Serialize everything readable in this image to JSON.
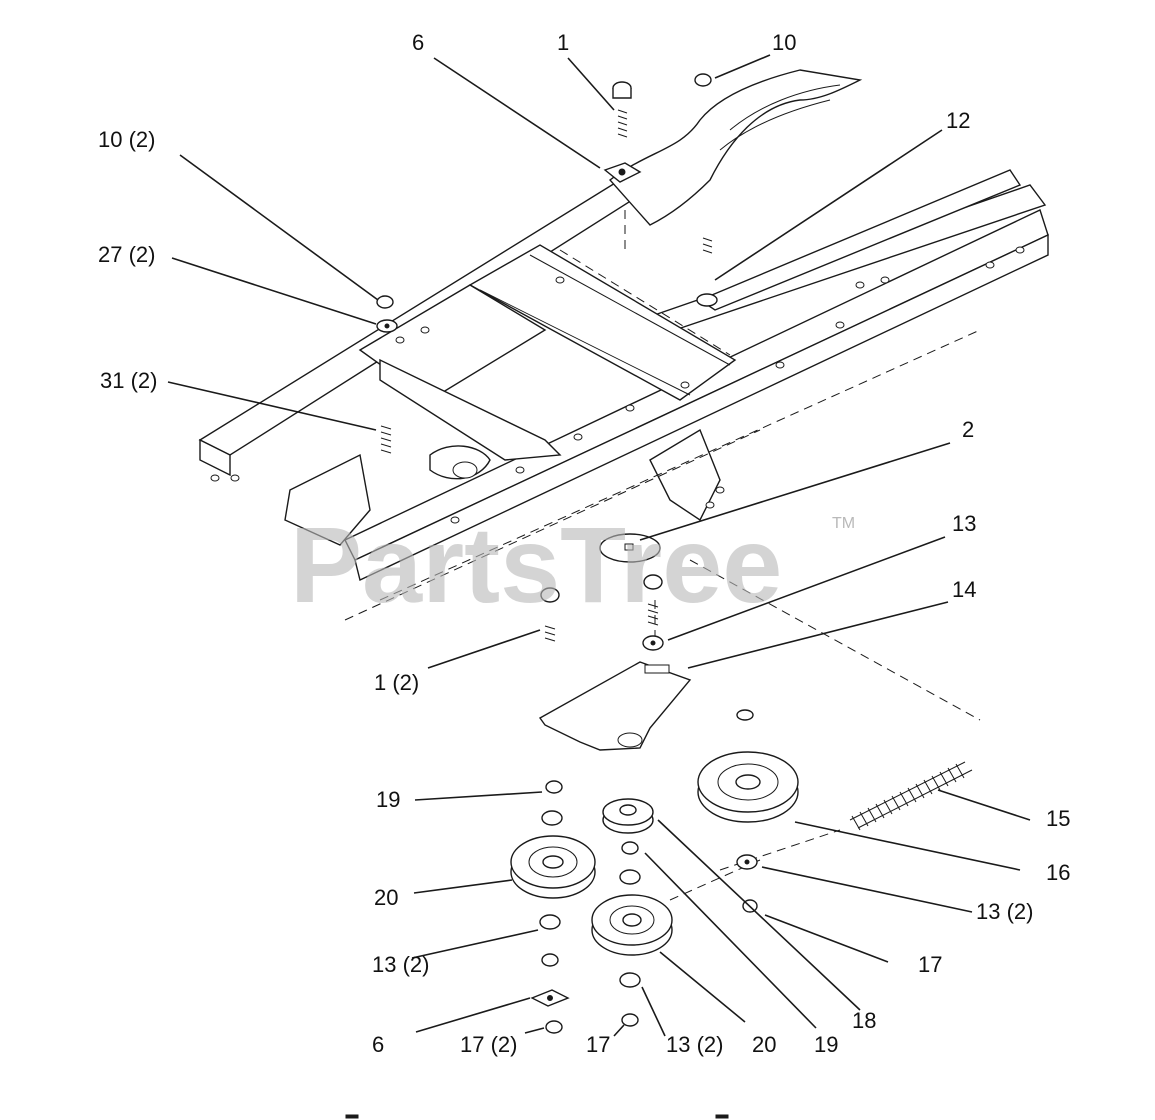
{
  "watermark": {
    "text": "PartsTree",
    "trademark": "TM"
  },
  "callouts": [
    {
      "id": "c-6-top",
      "text": "6"
    },
    {
      "id": "c-1-top",
      "text": "1"
    },
    {
      "id": "c-10-top",
      "text": "10"
    },
    {
      "id": "c-10-2",
      "text": "10 (2)"
    },
    {
      "id": "c-12",
      "text": "12"
    },
    {
      "id": "c-27-2",
      "text": "27 (2)"
    },
    {
      "id": "c-31-2",
      "text": "31 (2)"
    },
    {
      "id": "c-2",
      "text": "2"
    },
    {
      "id": "c-13",
      "text": "13"
    },
    {
      "id": "c-14",
      "text": "14"
    },
    {
      "id": "c-1-2",
      "text": "1 (2)"
    },
    {
      "id": "c-19-left",
      "text": "19"
    },
    {
      "id": "c-15",
      "text": "15"
    },
    {
      "id": "c-16",
      "text": "16"
    },
    {
      "id": "c-20-left",
      "text": "20"
    },
    {
      "id": "c-13-2-right",
      "text": "13 (2)"
    },
    {
      "id": "c-13-2-left",
      "text": "13 (2)"
    },
    {
      "id": "c-17-right",
      "text": "17"
    },
    {
      "id": "c-18",
      "text": "18"
    },
    {
      "id": "c-6-bottom",
      "text": "6"
    },
    {
      "id": "c-17-2",
      "text": "17 (2)"
    },
    {
      "id": "c-17-bottom",
      "text": "17"
    },
    {
      "id": "c-13-2-bottom",
      "text": "13 (2)"
    },
    {
      "id": "c-20-bottom",
      "text": "20"
    },
    {
      "id": "c-19-bottom",
      "text": "19"
    }
  ]
}
